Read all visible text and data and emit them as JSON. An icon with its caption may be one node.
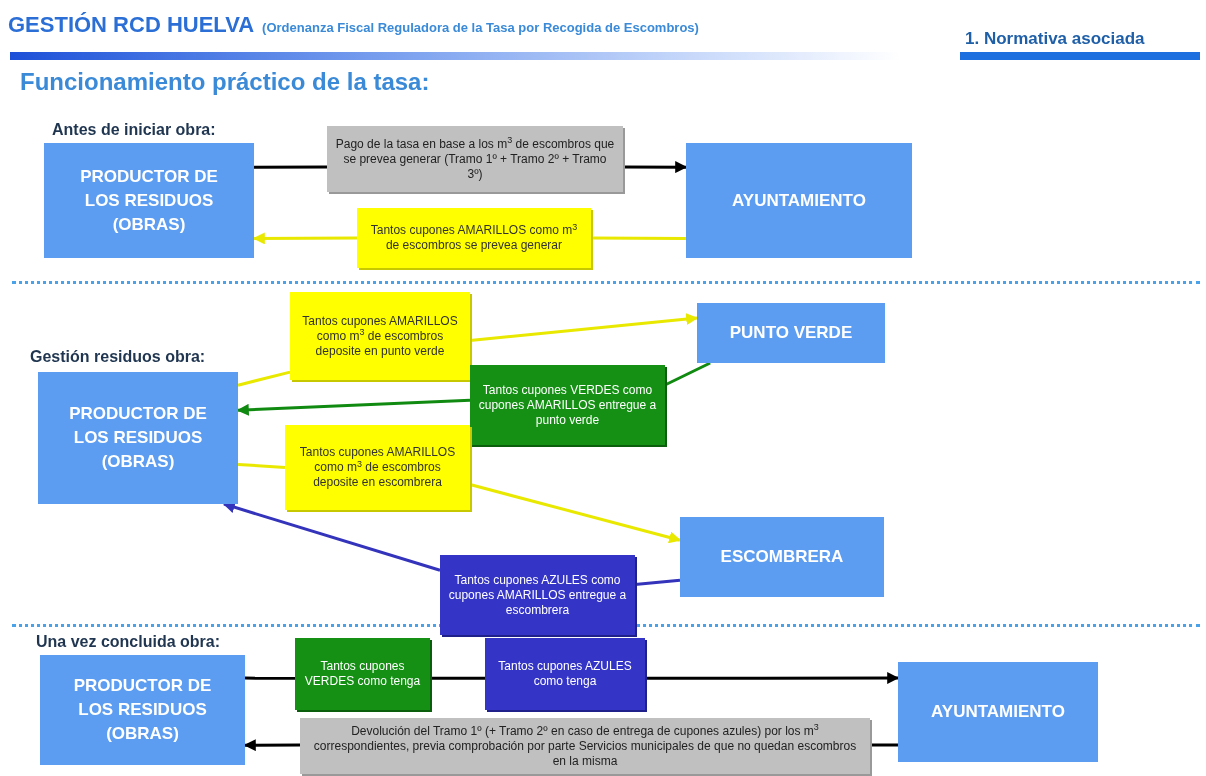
{
  "diagram": {
    "title": "GESTIÓN RCD HUELVA",
    "nodes": [
      {
        "text": [
          "PRODUCTOR DE LOS RESIDUOS (OBRAS)"
        ]
      },
      {
        "text": [
          "Pago de la tasa en base a los m$^{3}$ de escombros que se prevea generar (Tramo 1º + Tramo 2º + Tramo 3º)"
        ]
      },
      {
        "text": [
          "AYUNTAMIENTO"
        ]
      },
      {
        "text": [
          "Tantos cupones AMARILLOS como m$^{3}$ de escombros se prevea generar"
        ]
      },
      {
        "text": [
          "Tantos cupones AMARILLOS como m$^{3}$ de escombros deposite en punto verde"
        ]
      },
      {
        "text": [
          "PUNTO VERDE"
        ]
      },
      {
        "text": [
          "PRODUCTOR DE LOS RESIDUOS (OBRAS)"
        ]
      },
      {
        "text": [
          "Tantos cupones VERDES como cupones AMARILLOS entregue a punto verde"
        ]
      },
      {
        "text": [
          "Tantos cupones AMARILLOS como m$^{3}$ de escombros deposite en escombrera"
        ]
      },
      {
        "text": [
          "ESCOMBRERA"
        ]
      },
      {
        "text": [
          "Tantos cupones AZULES como cupones AMARILLOS entregue a escombrera"
        ]
      },
      {
        "text": [
          "PRODUCTOR DE LOS RESIDUOS (OBRAS)"
        ]
      },
      {
        "text": [
          "Tantos cupones VERDES como tenga"
        ]
      },
      {
        "text": [
          "Tantos cupones AZULES como tenga"
        ]
      },
      {
        "text": [
          "AYUNTAMIENTO"
        ]
      },
      {
        "text": [
          "Devolución del Tramo 1º (+ Tramo 2º en caso de entrega de cupones azules) por los m$^{3}$ correspondientes, previa comprobación por parte Servicios municipales de que no quedan escombros en la misma"
        ]
      }
    ],
    "edges": [
      {
        "from": 0,
        "to": 1,
        "arrow": "none"
      },
      {
        "from": 1,
        "to": 2,
        "arrow": "to"
      },
      {
        "from": 2,
        "to": 3,
        "arrow": "none",
        "color": "#e8e800"
      },
      {
        "from": 3,
        "to": 0,
        "arrow": "to",
        "color": "#e8e800"
      },
      {
        "from": 6,
        "to": 4,
        "arrow": "none",
        "color": "#e8e800"
      },
      {
        "from": 4,
        "to": 5,
        "arrow": "to",
        "color": "#e8e800"
      },
      {
        "from": 5,
        "to": 7,
        "arrow": "none",
        "color": "#118a11"
      },
      {
        "from": 7,
        "to": 6,
        "arrow": "to",
        "color": "#118a11"
      },
      {
        "from": 6,
        "to": 8,
        "arrow": "none",
        "color": "#e8e800"
      },
      {
        "from": 8,
        "to": 9,
        "arrow": "to",
        "color": "#e8e800"
      },
      {
        "from": 9,
        "to": 10,
        "arrow": "none",
        "color": "#3333bb"
      },
      {
        "from": 10,
        "to": 6,
        "arrow": "to",
        "color": "#3333bb"
      },
      {
        "from": 11,
        "to": 12,
        "arrow": "none"
      },
      {
        "from": 12,
        "to": 13,
        "arrow": "none"
      },
      {
        "from": 13,
        "to": 14,
        "arrow": "to"
      },
      {
        "from": 14,
        "to": 15,
        "arrow": "none"
      },
      {
        "from": 15,
        "to": 11,
        "arrow": "to"
      }
    ],
    "labels": [
      "(Ordenanza Fiscal Reguladora de la Tasa por Recogida de Escombros)",
      "1. Normativa asociada",
      "Funcionamiento práctico de la tasa:",
      "Antes de iniciar obra:",
      "Gestión residuos obra:",
      "Una vez concluida obra:"
    ]
  }
}
